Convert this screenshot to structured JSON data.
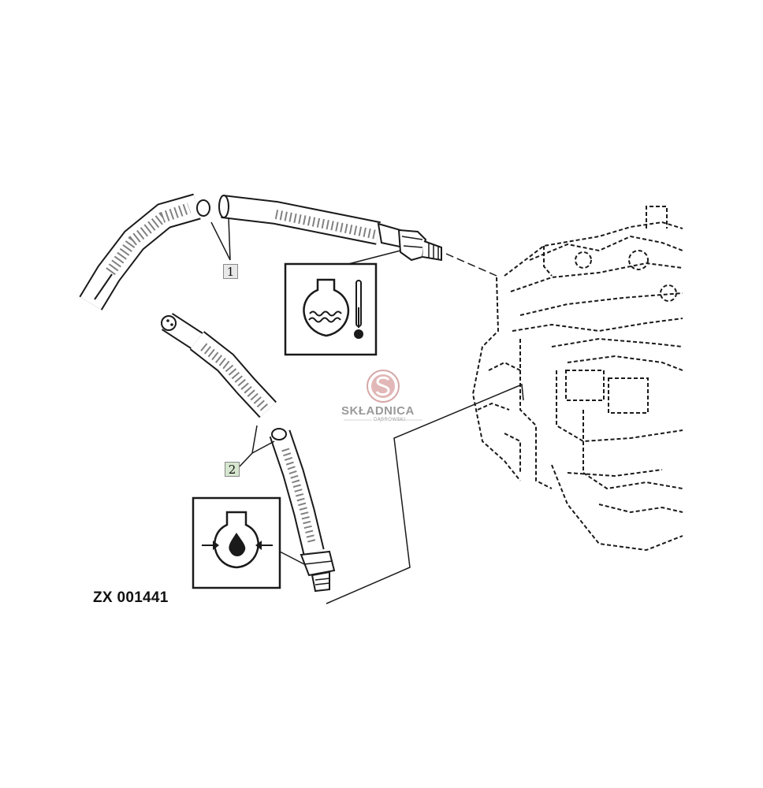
{
  "callouts": {
    "part_1": "1",
    "part_2": "2"
  },
  "drawing_code": "ZX 001441",
  "watermark": {
    "name": "SKŁADNICA",
    "subtitle": "DĄBROWSKI"
  },
  "icons": {
    "symbol_1": "coolant-temperature-icon",
    "symbol_2": "oil-pressure-icon"
  },
  "colors": {
    "line": "#1a1a1a",
    "callout_1_fill": "#e8e8e8",
    "callout_2_fill": "#d6e6cf",
    "watermark": "#c98b8b"
  }
}
